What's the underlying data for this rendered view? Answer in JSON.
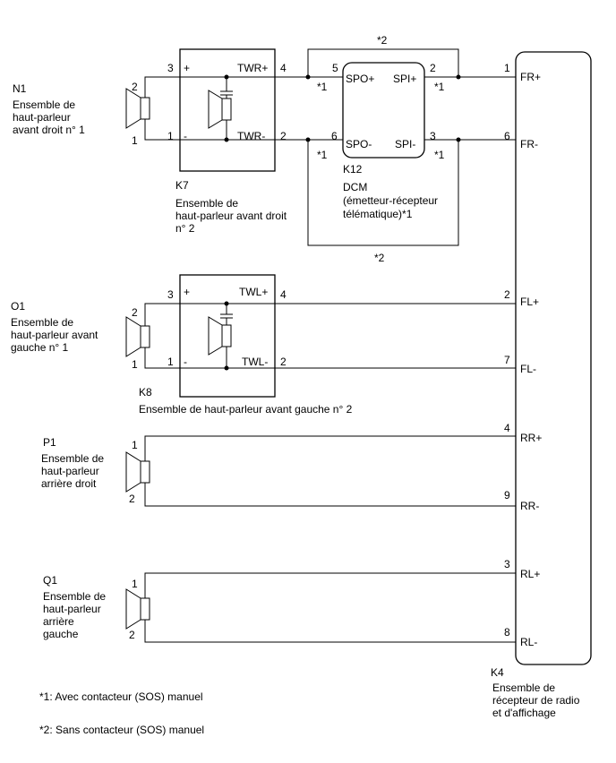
{
  "n1": {
    "code": "N1",
    "desc": [
      "Ensemble de",
      "haut-parleur",
      "avant droit n° 1"
    ],
    "pin_plus": "2",
    "pin_minus": "1"
  },
  "k7": {
    "code": "K7",
    "desc": [
      "Ensemble de",
      "haut-parleur avant droit",
      "n° 2"
    ],
    "pin3": "3",
    "pin1": "1",
    "pin4": "4",
    "pin2": "2",
    "plus": "+",
    "minus": "-",
    "twr_plus": "TWR+",
    "twr_minus": "TWR-"
  },
  "k12": {
    "code": "K12",
    "desc": [
      "DCM",
      "(émetteur-récepteur",
      "télématique)*1"
    ],
    "spo_plus": "SPO+",
    "spi_plus": "SPI+",
    "spo_minus": "SPO-",
    "spi_minus": "SPI-",
    "pin5": "5",
    "pin2": "2",
    "pin6": "6",
    "pin3": "3"
  },
  "o1": {
    "code": "O1",
    "desc": [
      "Ensemble de",
      "haut-parleur avant",
      "gauche n° 1"
    ],
    "pin_plus": "2",
    "pin_minus": "1"
  },
  "k8": {
    "code": "K8",
    "desc": "Ensemble de haut-parleur avant gauche n° 2",
    "pin3": "3",
    "pin1": "1",
    "pin4": "4",
    "pin2": "2",
    "plus": "+",
    "minus": "-",
    "twl_plus": "TWL+",
    "twl_minus": "TWL-"
  },
  "p1": {
    "code": "P1",
    "desc": [
      "Ensemble de",
      "haut-parleur",
      "arrière droit"
    ],
    "pin_plus": "1",
    "pin_minus": "2"
  },
  "q1": {
    "code": "Q1",
    "desc": [
      "Ensemble de",
      "haut-parleur",
      "arrière",
      "gauche"
    ],
    "pin_plus": "1",
    "pin_minus": "2"
  },
  "k4": {
    "code": "K4",
    "desc": [
      "Ensemble de",
      "récepteur de radio",
      "et d'affichage"
    ],
    "pins": [
      {
        "num": "1",
        "label": "FR+"
      },
      {
        "num": "6",
        "label": "FR-"
      },
      {
        "num": "2",
        "label": "FL+"
      },
      {
        "num": "7",
        "label": "FL-"
      },
      {
        "num": "4",
        "label": "RR+"
      },
      {
        "num": "9",
        "label": "RR-"
      },
      {
        "num": "3",
        "label": "RL+"
      },
      {
        "num": "8",
        "label": "RL-"
      }
    ]
  },
  "marks": {
    "star1": "*1",
    "star2": "*2"
  },
  "notes": {
    "note1": "*1: Avec contacteur (SOS) manuel",
    "note2": "*2: Sans contacteur (SOS) manuel"
  }
}
